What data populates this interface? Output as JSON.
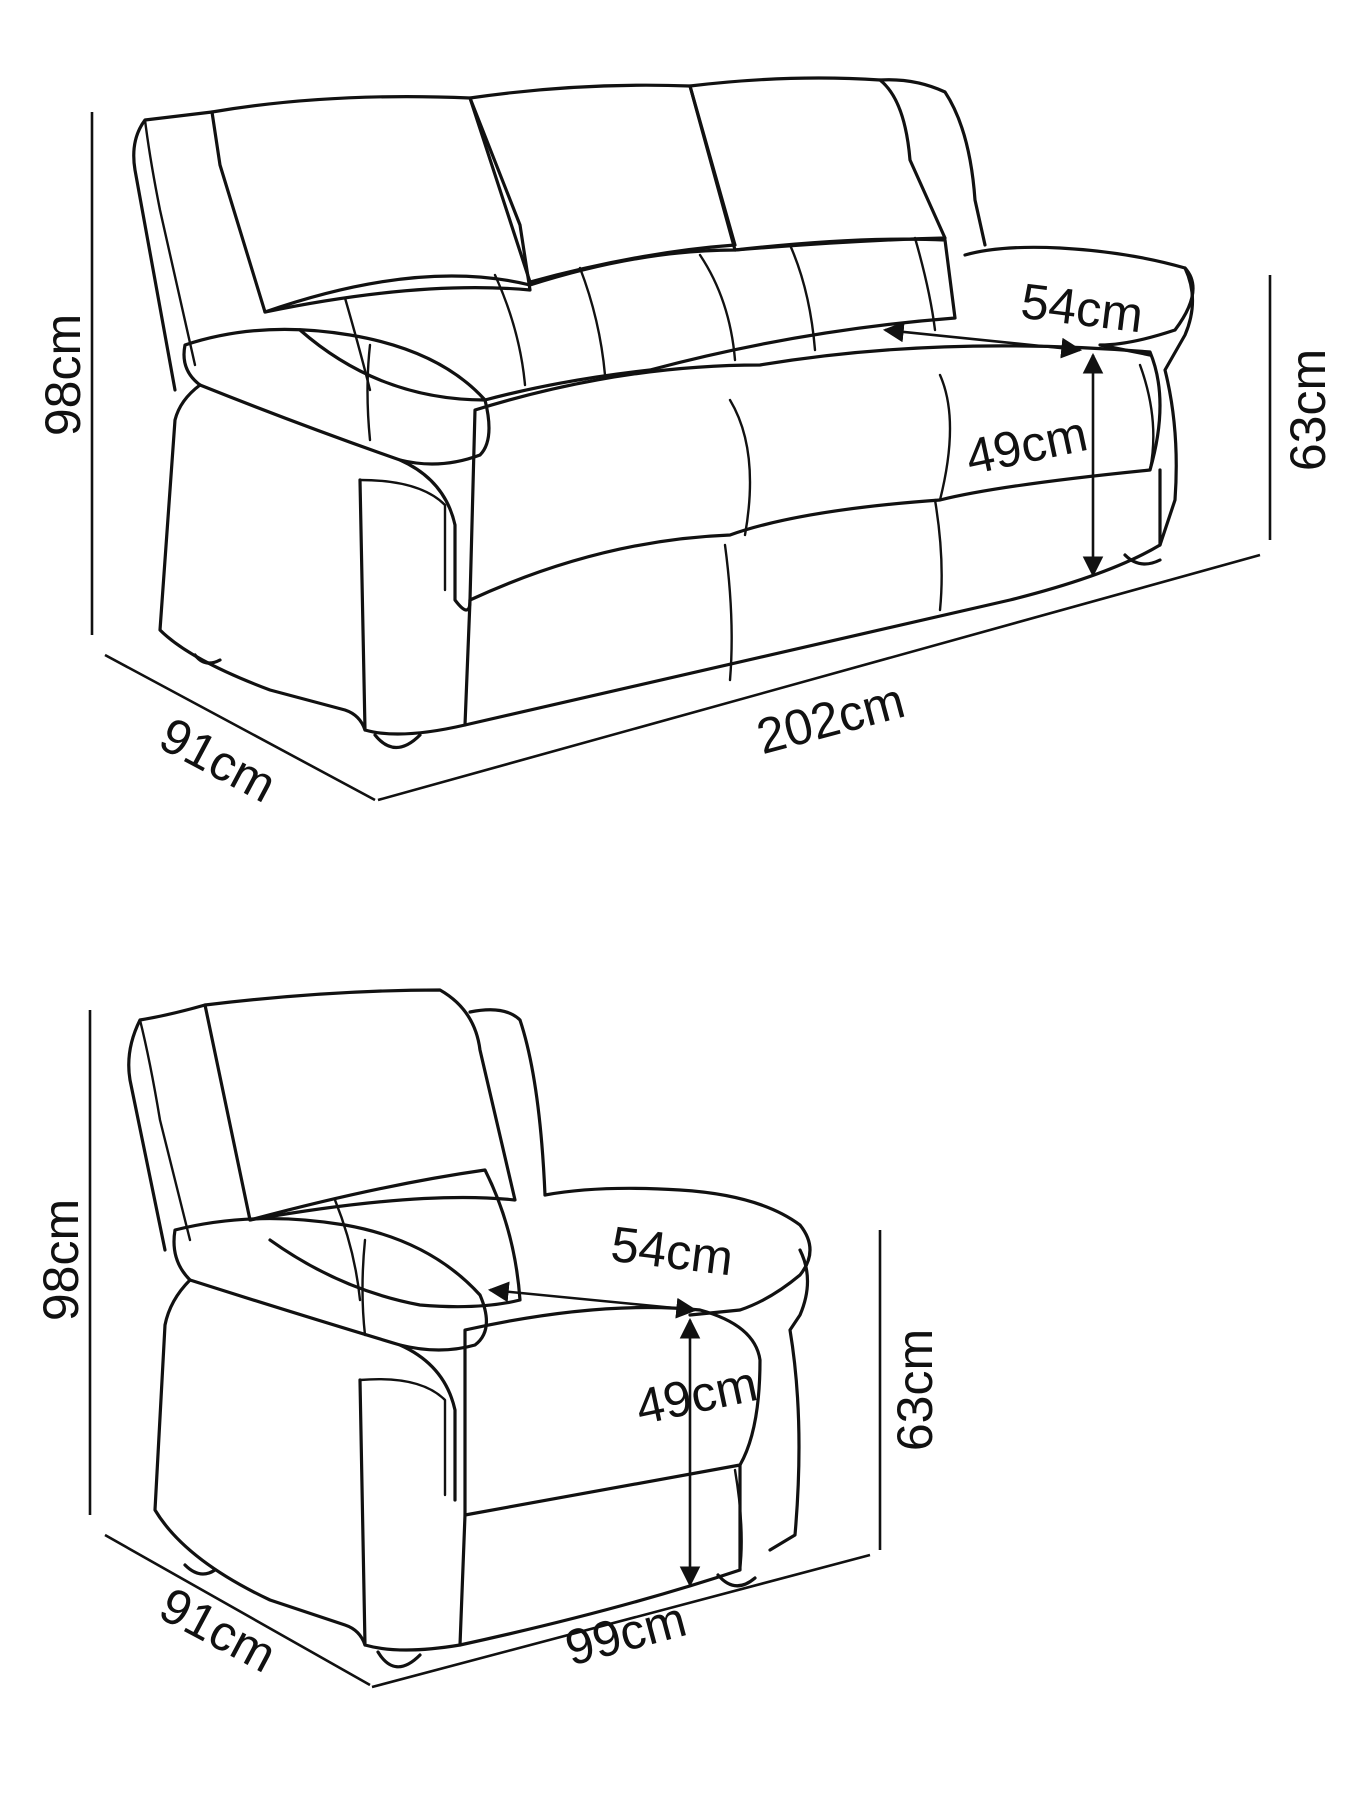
{
  "colors": {
    "line": "#111111",
    "background": "#ffffff"
  },
  "sofa": {
    "height": "98cm",
    "arm_height": "63cm",
    "depth": "91cm",
    "width": "202cm",
    "seat_depth": "54cm",
    "seat_height": "49cm"
  },
  "chair": {
    "height": "98cm",
    "arm_height": "63cm",
    "depth": "91cm",
    "width": "99cm",
    "seat_depth": "54cm",
    "seat_height": "49cm"
  }
}
